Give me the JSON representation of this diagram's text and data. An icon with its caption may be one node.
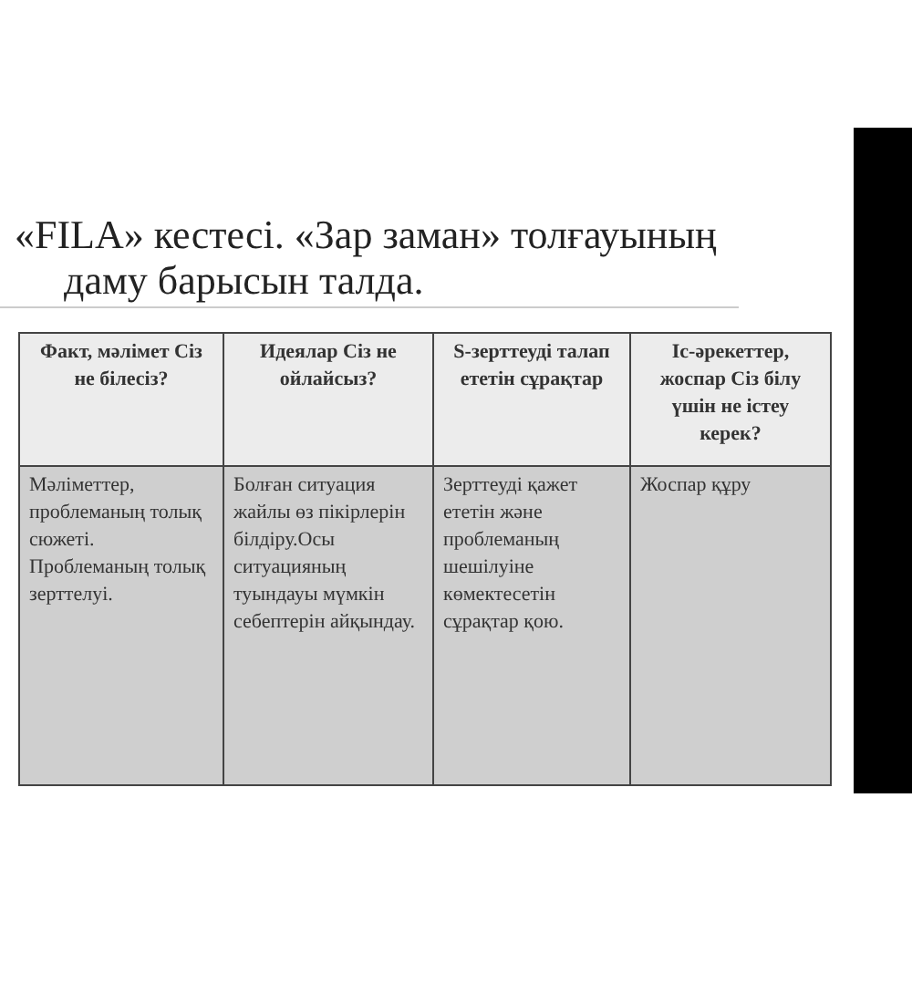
{
  "diagram": {
    "title": "«FILA» кестесі. «Зар заман» толғауының даму барысын талда.",
    "labels": [
      "Факт, мәлімет Сіз не білесіз?",
      "Идеялар Сіз не ойлайсыз?",
      "S-зерттеуді талап ететін сұрақтар",
      "Іс-әрекеттер, жоспар Сіз білу үшін не істеу керек?",
      "Мәліметтер, проблеманың толық сюжеті. Проблеманың толық зерттелуі.",
      "Болған ситуация жайлы өз пікірлерін білдіру.Осы ситуацияның туындауы мүмкін себептерін айқындау.",
      "Зерттеуді қажет ететін және проблеманың шешілуіне көмектесетін сұрақтар қою.",
      "Жоспар құру"
    ]
  }
}
